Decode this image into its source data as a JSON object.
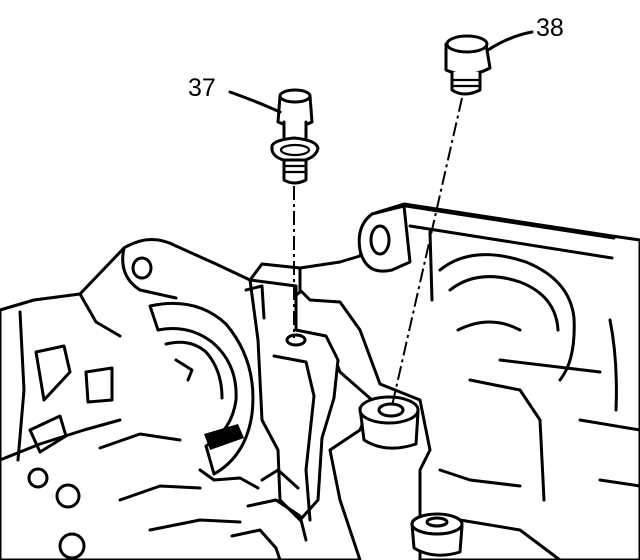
{
  "callouts": [
    {
      "id": "37",
      "label": "37",
      "part": "plug-with-washer"
    },
    {
      "id": "38",
      "label": "38",
      "part": "plug"
    }
  ],
  "colors": {
    "ink": "#000000",
    "paper": "#ffffff"
  }
}
